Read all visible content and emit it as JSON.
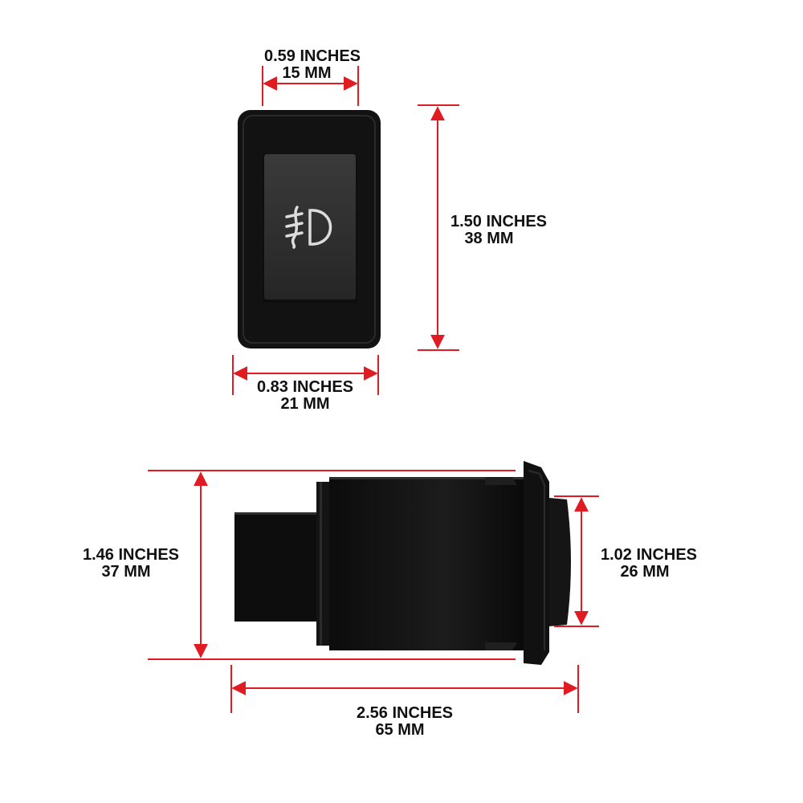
{
  "colors": {
    "dimension_line": "#e11b22",
    "switch_body": "#111111",
    "switch_face": "#2a2a2a",
    "icon_stroke": "#dcdcdc"
  },
  "icon": "fog-light-icon",
  "dimensions": {
    "top_width": {
      "inches": "0.59 INCHES",
      "mm": "15 MM"
    },
    "front_height": {
      "inches": "1.50 INCHES",
      "mm": "38 MM"
    },
    "front_width": {
      "inches": "0.83 INCHES",
      "mm": "21 MM"
    },
    "side_height": {
      "inches": "1.46 INCHES",
      "mm": "37 MM"
    },
    "bezel_height": {
      "inches": "1.02 INCHES",
      "mm": "26 MM"
    },
    "side_length": {
      "inches": "2.56 INCHES",
      "mm": "65 MM"
    }
  }
}
